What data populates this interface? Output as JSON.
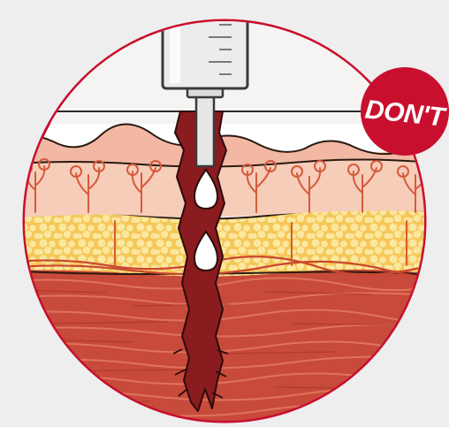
{
  "badge": {
    "label": "DON'T"
  },
  "colors": {
    "page_background": "#eeeeef",
    "frame_ring": "#c8102e",
    "badge_fill": "#c8102e",
    "badge_text": "#ffffff",
    "top_background": "#f6f4f3",
    "epidermis": "#f2b8a4",
    "dermis": "#f6cdb9",
    "dermis_vessels": "#d65a3c",
    "fat_layer": "#f4c758",
    "fat_cells": "#fbe79e",
    "muscle": "#c84a3a",
    "muscle_fibers": "#e17960",
    "wound_channel": "#8a1b1e",
    "wound_outline": "#2b0c0c",
    "air_bubble": "#ffffff",
    "syringe_body": "#ececec",
    "syringe_outline": "#3a3a3a"
  },
  "elements": {
    "syringe": "syringe-with-needle",
    "air_bubbles_count": 2
  }
}
